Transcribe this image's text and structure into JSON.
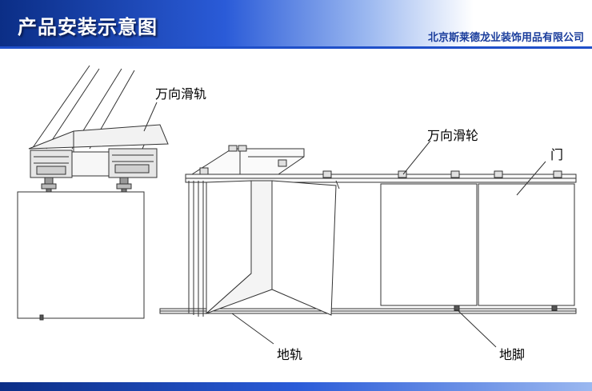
{
  "header": {
    "title": "产品安装示意图",
    "company": "北京斯莱德龙业装饰用品有限公司"
  },
  "labels": {
    "universal_track": "万向滑轨",
    "universal_pulley": "万向滑轮",
    "door": "门",
    "floor_track": "地轨",
    "floor_foot": "地脚"
  }
}
